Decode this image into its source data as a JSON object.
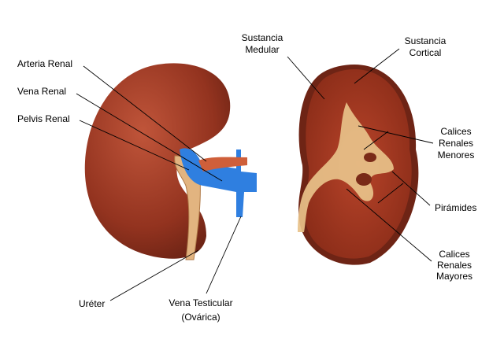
{
  "labels": {
    "arteria_renal": "Arteria Renal",
    "vena_renal": "Vena Renal",
    "pelvis_renal": "Pelvis Renal",
    "ureter": "Uréter",
    "vena_testicular_1": "Vena Testicular",
    "vena_testicular_2": "(Ovárica)",
    "sustancia_medular_1": "Sustancia",
    "sustancia_medular_2": "Medular",
    "sustancia_cortical_1": "Sustancia",
    "sustancia_cortical_2": "Cortical",
    "calices_menores_1": "Calices",
    "calices_menores_2": "Renales",
    "calices_menores_3": "Menores",
    "piramides": "Pirámides",
    "calices_mayores_1": "Calices",
    "calices_mayores_2": "Renales",
    "calices_mayores_3": "Mayores"
  },
  "colors": {
    "kidney": "#9c3a22",
    "kidney_cut": "#a8341c",
    "vein": "#2f7fe0",
    "artery": "#d0603a",
    "pelvis": "#e8c28a"
  }
}
